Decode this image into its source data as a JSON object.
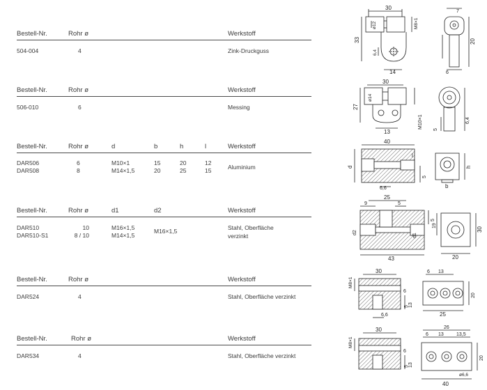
{
  "headers": {
    "bestell": "Bestell-Nr.",
    "rohr": "Rohr ø",
    "werkstoff": "Werkstoff",
    "d": "d",
    "b": "b",
    "h": "h",
    "l": "l",
    "d1": "d1",
    "d2": "d2"
  },
  "sections": [
    {
      "id": "504",
      "rows": [
        {
          "nr": "504-004",
          "rohr": "4"
        }
      ],
      "werkstoff": "Zink-Druckguss"
    },
    {
      "id": "506",
      "rows": [
        {
          "nr": "506-010",
          "rohr": "6"
        }
      ],
      "werkstoff": "Messing"
    },
    {
      "id": "dar506",
      "rows": [
        {
          "nr": "DAR506",
          "rohr": "6",
          "d": "M10×1",
          "b": "15",
          "h": "20",
          "l": "12"
        },
        {
          "nr": "DAR508",
          "rohr": "8",
          "d": "M14×1,5",
          "b": "20",
          "h": "25",
          "l": "15"
        }
      ],
      "werkstoff": "Aluminium"
    },
    {
      "id": "dar510",
      "rows": [
        {
          "nr": "DAR510",
          "rohr": "10",
          "d1": "M16×1,5"
        },
        {
          "nr": "DAR510-S1",
          "rohr": "8 / 10",
          "d1": "M14×1,5"
        }
      ],
      "d2": "M16×1,5",
      "werkstoff_1": "Stahl, Oberfläche",
      "werkstoff_2": "verzinkt"
    },
    {
      "id": "dar524",
      "rows": [
        {
          "nr": "DAR524",
          "rohr": "4"
        }
      ],
      "werkstoff": "Stahl, Oberfläche verzinkt"
    },
    {
      "id": "dar534",
      "rows": [
        {
          "nr": "DAR534",
          "rohr": "4"
        }
      ],
      "werkstoff": "Stahl, Oberfläche verzinkt"
    }
  ],
  "drawings": {
    "d1": {
      "top": "30",
      "phi": "ø12",
      "m": "M8×1",
      "h": "33",
      "d64": "6,4",
      "w": "14",
      "r7": "7",
      "r20": "20",
      "r6": "6"
    },
    "d2": {
      "top": "30",
      "phi": "ø14",
      "h": "27",
      "m": "M10×1",
      "w": "13",
      "r5": "5",
      "r64": "6,4"
    },
    "d3": {
      "top": "40",
      "d": "d",
      "l": "l",
      "h5": "5",
      "b66": "6,6",
      "b": "b",
      "h": "h"
    },
    "d4": {
      "w25": "25",
      "w9": "9",
      "w5": "5",
      "d2": "d2",
      "d1": "d1",
      "w43": "43",
      "h5": "5",
      "h19": "19",
      "h30": "30",
      "w20": "20"
    },
    "d5": {
      "m": "M8×1",
      "w30": "30",
      "w6": "6",
      "w66": "6,6",
      "h13": "13",
      "h5": "5",
      "w6b": "6",
      "w13": "13",
      "w25": "25",
      "h20": "20"
    },
    "d6": {
      "m": "M8×1",
      "w30": "30",
      "w6": "6",
      "h13": "13",
      "h5": "5",
      "w26": "26",
      "w6b": "6",
      "w13": "13",
      "w135": "13,5",
      "w40": "40",
      "phi66": "ø6,6",
      "h20": "20"
    }
  }
}
